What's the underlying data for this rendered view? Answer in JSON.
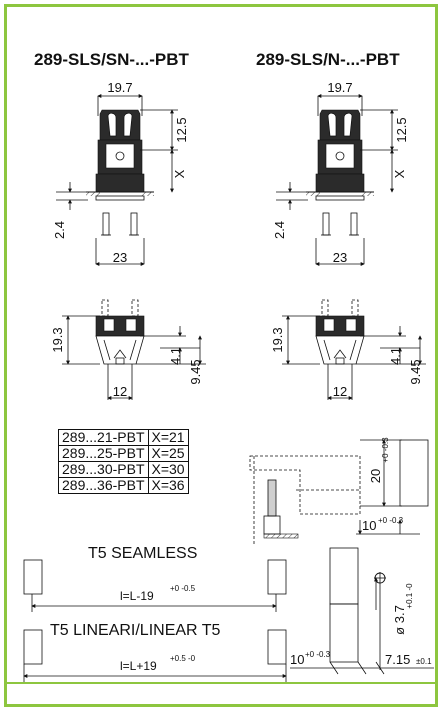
{
  "titles": {
    "left": "289-SLS/SN-...-PBT",
    "right": "289-SLS/N-...-PBT"
  },
  "dims": {
    "width_top": "19.7",
    "height_top": "12.5",
    "x_label": "X",
    "pin_offset": "2.4",
    "base_width": "23",
    "side_height": "19.3",
    "side_small": "4.1",
    "side_depth": "9.45",
    "side_width": "12",
    "detail_height": "20",
    "detail_height_tol": "+0 -0.3",
    "detail_offset": "10",
    "detail_offset_tol": "+0 -0.3",
    "pin_dia": "ø 3.7",
    "pin_dia_tol": "+0.1 -0",
    "pin_off_bottom": "10",
    "pin_off_bottom_tol": "+0 -0.3",
    "pin_len": "7.15",
    "pin_len_tol": "±0.1"
  },
  "table": [
    {
      "code": "289...21-PBT",
      "x": "X=21"
    },
    {
      "code": "289...25-PBT",
      "x": "X=25"
    },
    {
      "code": "289...30-PBT",
      "x": "X=30"
    },
    {
      "code": "289...36-PBT",
      "x": "X=36"
    }
  ],
  "seamless": {
    "label": "T5 SEAMLESS",
    "formula": "l=L-19",
    "tol": "+0 -0.5"
  },
  "linear": {
    "label": "T5 LINEARI/LINEAR T5",
    "formula": "l=L+19",
    "tol": "+0.5 -0"
  },
  "colors": {
    "frame": "#8dc63f"
  }
}
